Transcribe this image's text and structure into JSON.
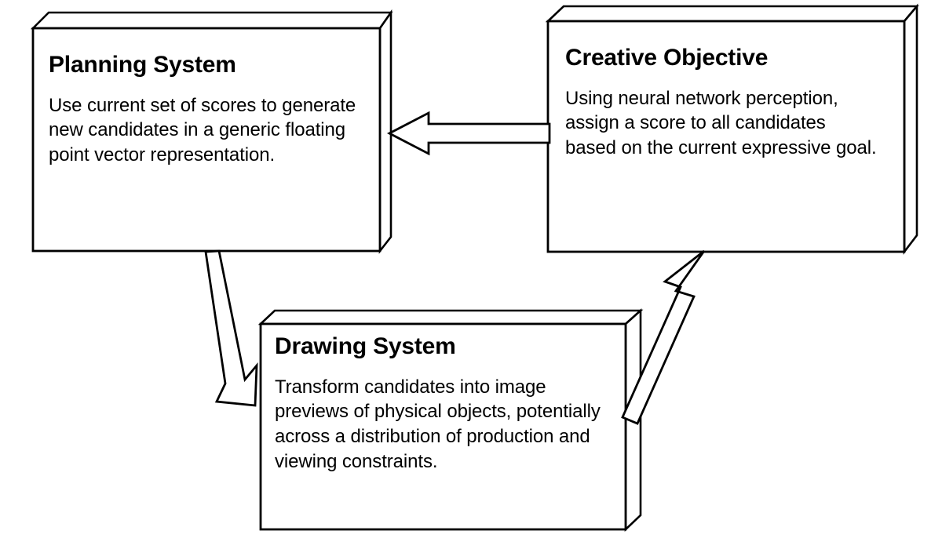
{
  "diagram": {
    "type": "block-flow-diagram",
    "style": "3d-extruded-boxes-with-hollow-block-arrows",
    "colors": {
      "background": "#ffffff",
      "stroke": "#000000",
      "fill": "#ffffff",
      "text": "#000000"
    },
    "nodes": [
      {
        "id": "planning-system",
        "title": "Planning System",
        "body": "Use current set of scores to generate new candidates in a generic floating point vector representation."
      },
      {
        "id": "creative-objective",
        "title": "Creative Objective",
        "body": "Using neural network perception, assign a score to all candidates based on the current expressive goal."
      },
      {
        "id": "drawing-system",
        "title": "Drawing System",
        "body": "Transform candidates into image previews of physical objects, potentially across a distribution of production and viewing constraints."
      }
    ],
    "edges": [
      {
        "id": "creative-to-planning",
        "from": "creative-objective",
        "to": "planning-system",
        "label": "",
        "direction": "left"
      },
      {
        "id": "planning-to-drawing",
        "from": "planning-system",
        "to": "drawing-system",
        "label": "",
        "direction": "down-right"
      },
      {
        "id": "drawing-to-creative",
        "from": "drawing-system",
        "to": "creative-objective",
        "label": "",
        "direction": "up-right"
      }
    ]
  }
}
